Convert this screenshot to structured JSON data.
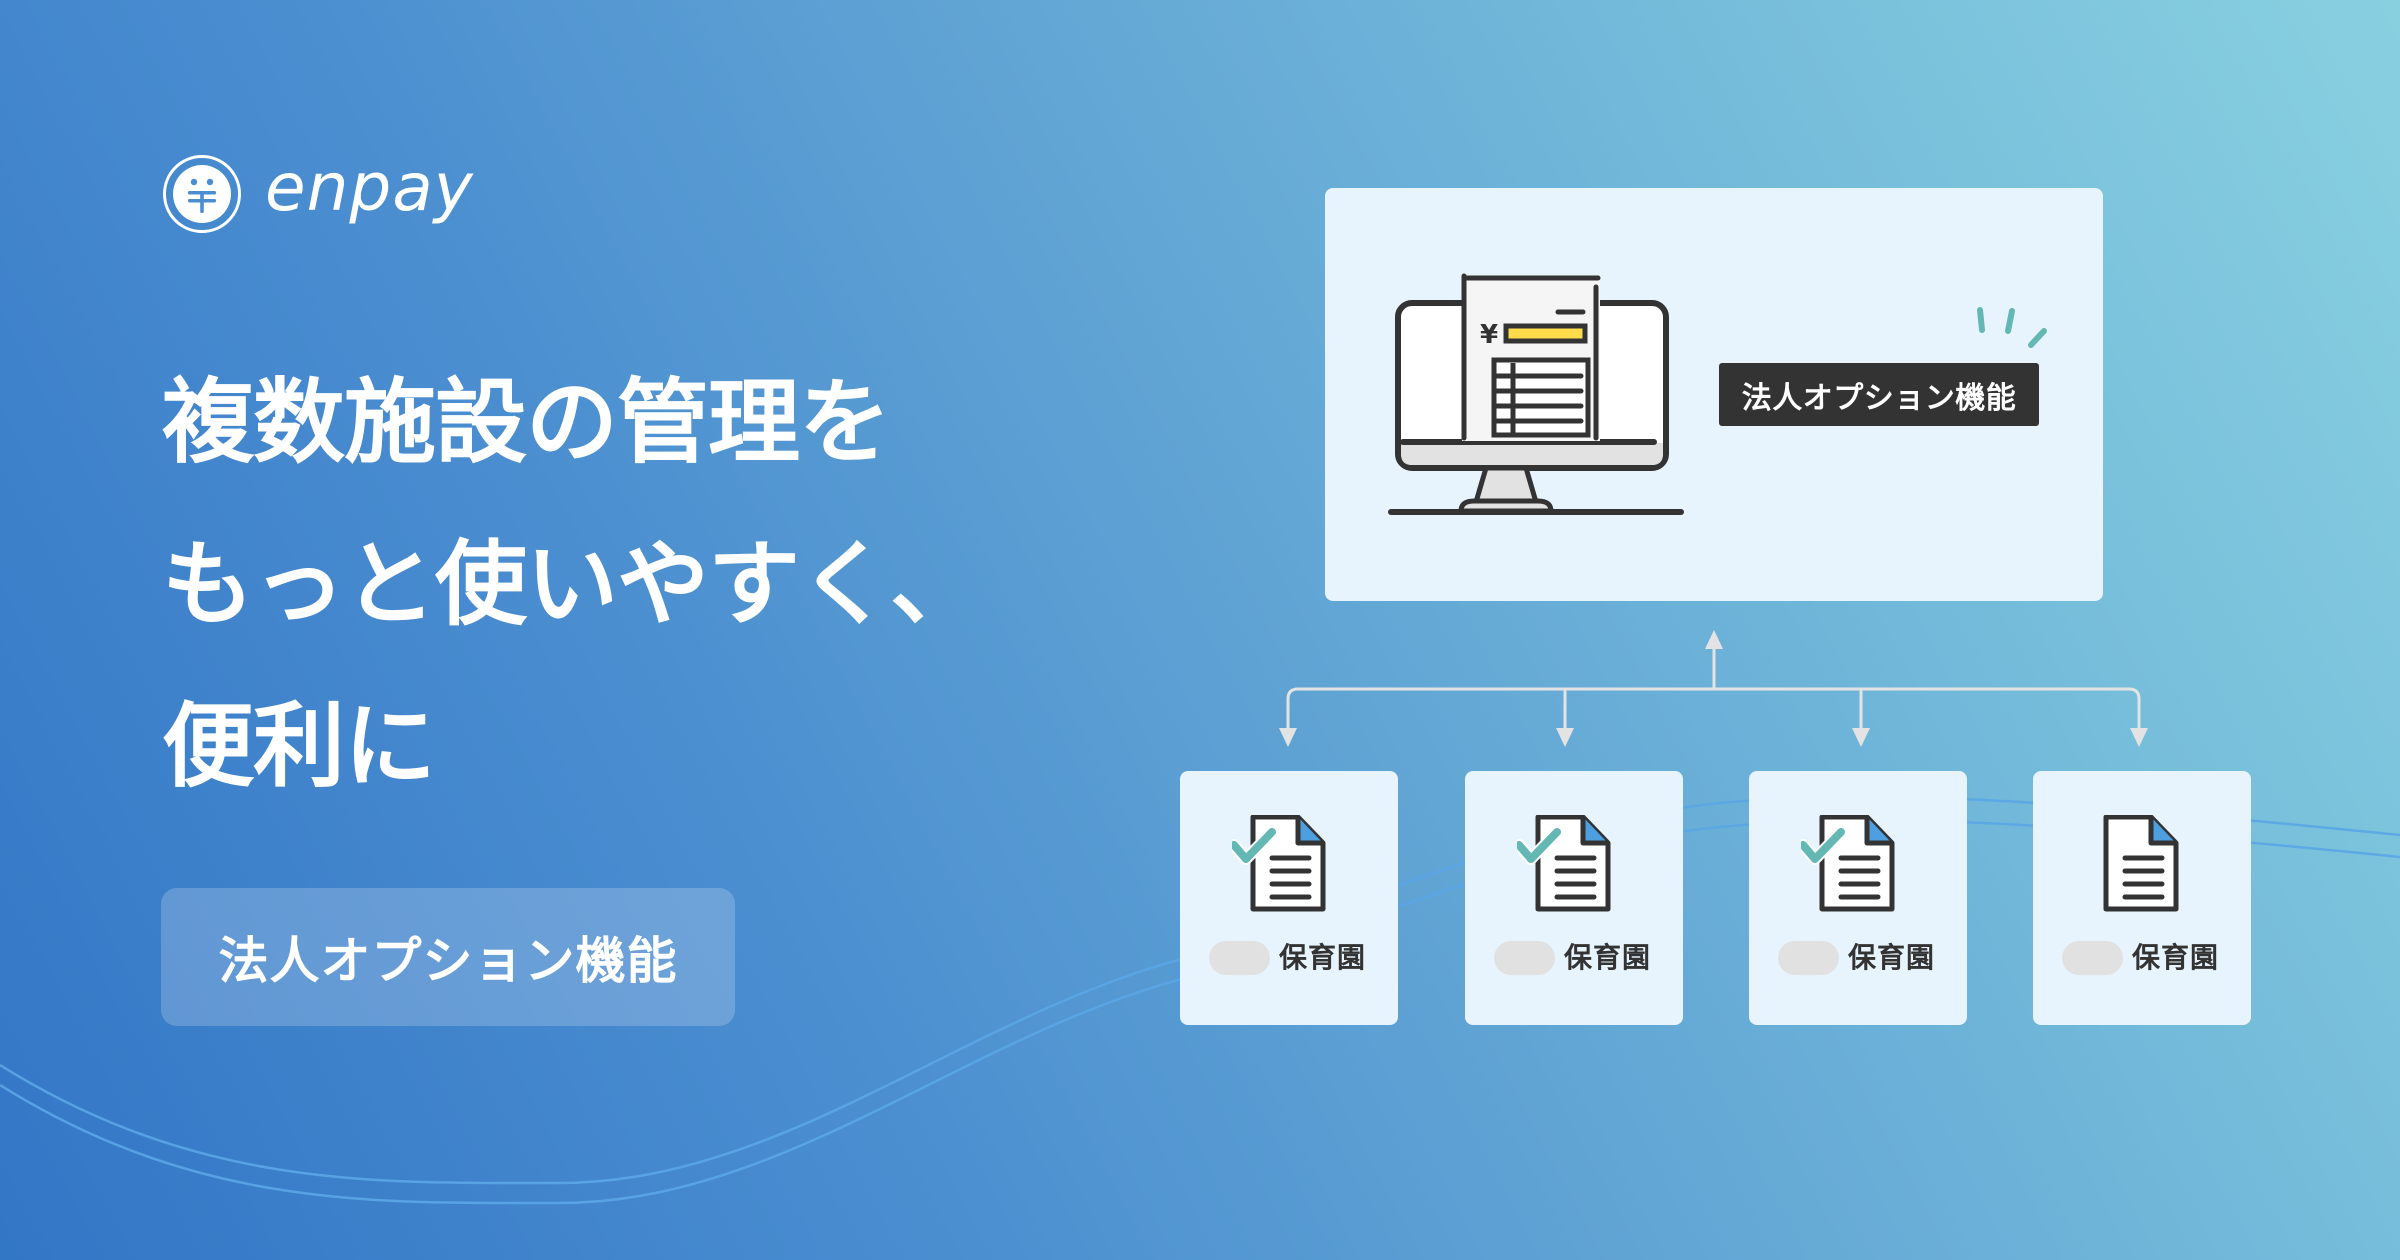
{
  "brand": {
    "name": "enpay",
    "logo_icon": "yen-coin-icon"
  },
  "headline": {
    "lines": [
      "複数施設の管理を",
      "もっと使いやすく、",
      "便利に"
    ]
  },
  "badge": {
    "label": "法人オプション機能"
  },
  "diagram": {
    "central_panel": {
      "icon": "monitor-with-invoice-icon",
      "label": "法人オプション機能",
      "currency_symbol": "¥"
    },
    "facilities": [
      {
        "label": "保育園",
        "checked": true
      },
      {
        "label": "保育園",
        "checked": true
      },
      {
        "label": "保育園",
        "checked": true
      },
      {
        "label": "保育園",
        "checked": false
      }
    ]
  },
  "colors": {
    "bg_start": "#3276c6",
    "bg_end": "#87cfdf",
    "panel_bg": "#e7f4fd",
    "label_dark": "#333333",
    "accent_teal": "#64b8b4",
    "accent_yellow": "#fddb4a",
    "doc_corner": "#4e9fe0",
    "connector": "#e3e3e3"
  }
}
